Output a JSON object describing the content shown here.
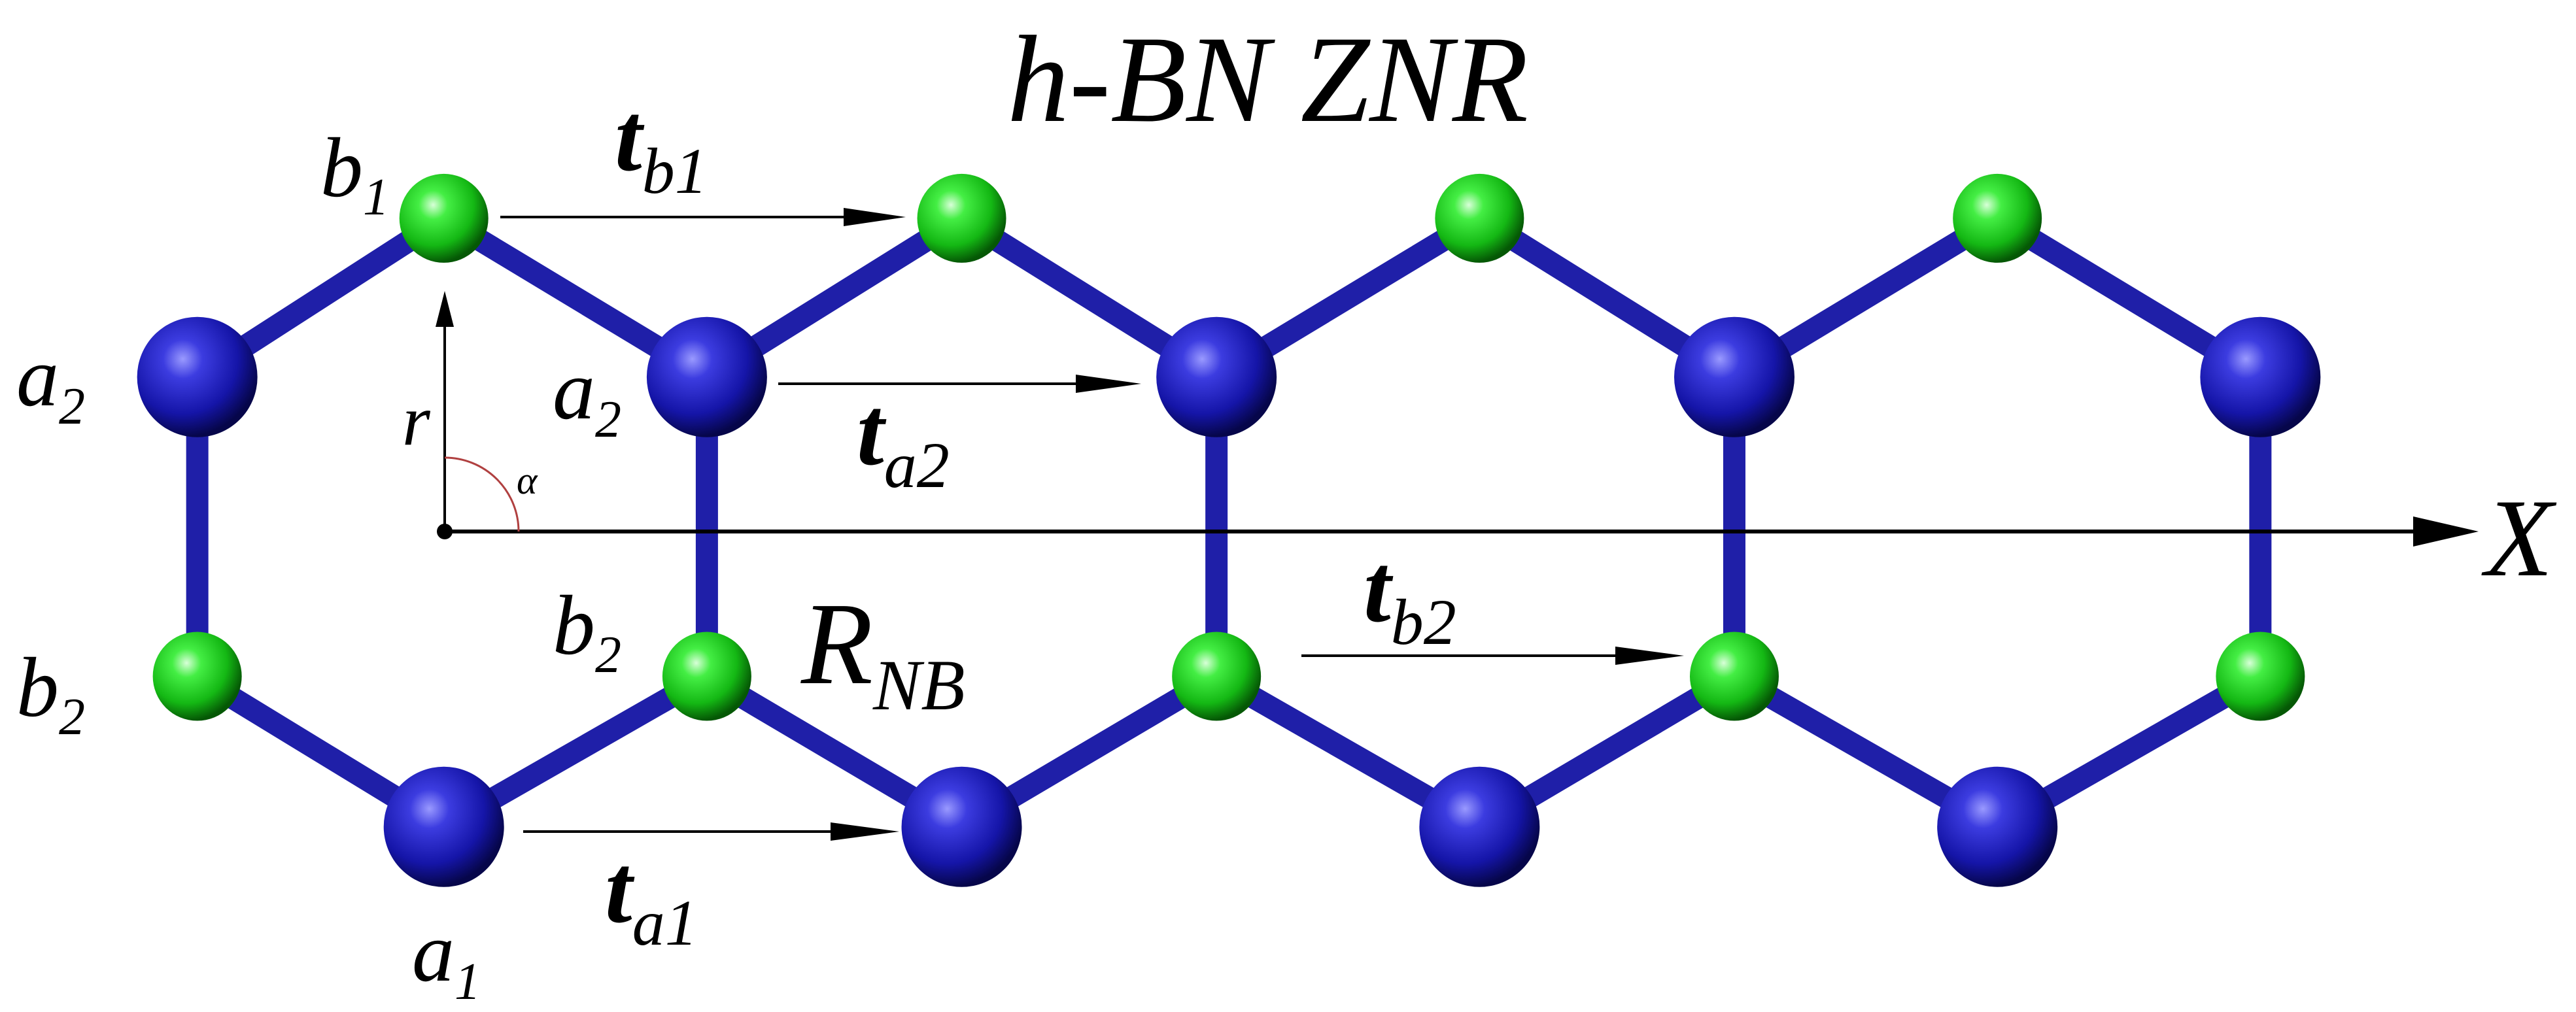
{
  "title": "h-BN ZNR",
  "colors": {
    "background": "#ffffff",
    "bond": "#1f1fa8",
    "atom_n": "#1a1ab8",
    "atom_b": "#22dd22",
    "arrow": "#000000",
    "angle_arc": "#b04040"
  },
  "atoms": {
    "n_type": "blue-sphere",
    "b_type": "green-sphere"
  },
  "labels": {
    "b1_main": "b",
    "b1_sub": "1",
    "a2_left_main": "a",
    "a2_left_sub": "2",
    "a2_mid_main": "a",
    "a2_mid_sub": "2",
    "b2_left_main": "b",
    "b2_left_sub": "2",
    "b2_mid_main": "b",
    "b2_mid_sub": "2",
    "a1_main": "a",
    "a1_sub": "1",
    "r": "r",
    "alpha": "α",
    "x_axis": "X",
    "rnb_main": "R",
    "rnb_sub": "NB"
  },
  "vectors": {
    "tb1_main": "t",
    "tb1_sub": "b1",
    "ta2_main": "t",
    "ta2_sub": "a2",
    "tb2_main": "t",
    "tb2_sub": "b2",
    "ta1_main": "t",
    "ta1_sub": "a1"
  }
}
